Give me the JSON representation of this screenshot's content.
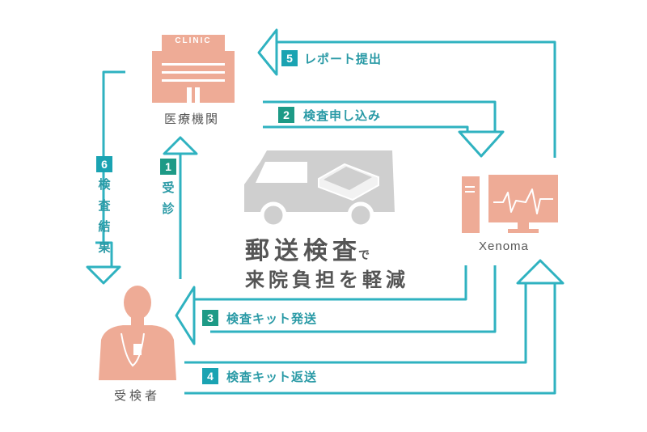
{
  "nodes": {
    "clinic_sign": "CLINIC",
    "clinic": "医療機関",
    "xenoma": "Xenoma",
    "patient": "受検者"
  },
  "headline": {
    "line1": "郵送検査",
    "line1_suffix": "で",
    "line2": "来院負担を軽減"
  },
  "steps": [
    {
      "num": "1",
      "label": "受診"
    },
    {
      "num": "2",
      "label": "検査申し込み"
    },
    {
      "num": "3",
      "label": "検査キット発送"
    },
    {
      "num": "4",
      "label": "検査キット返送"
    },
    {
      "num": "5",
      "label": "レポート提出"
    },
    {
      "num": "6",
      "label": "検査結果"
    }
  ],
  "colors": {
    "teal_line": "#2fb2c0",
    "teal_text": "#2a9aa6",
    "badge_teal": "#1aa3b2",
    "badge_green": "#1d9a86",
    "salmon": "#eeab96",
    "truck_gray": "#cfcfcf",
    "text_gray": "#555555"
  }
}
